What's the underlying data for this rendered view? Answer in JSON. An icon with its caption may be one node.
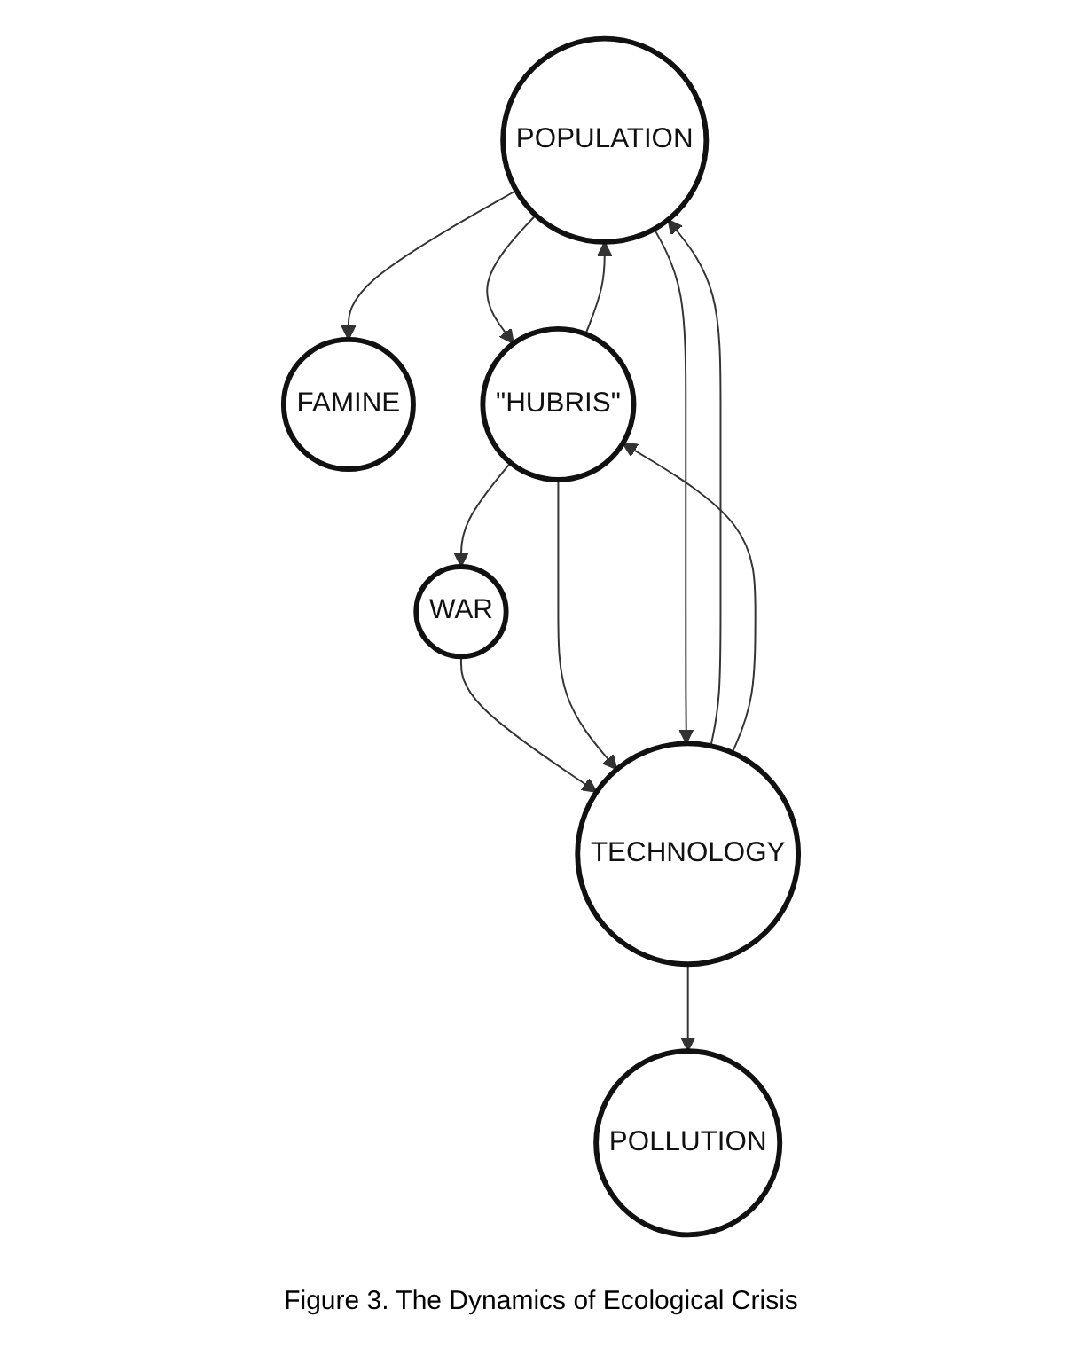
{
  "diagram": {
    "caption": "Figure 3. The Dynamics of Ecological Crisis",
    "nodes": [
      {
        "text": [
          "FAMINE"
        ]
      },
      {
        "text": [
          "POPULATION"
        ]
      },
      {
        "text": [
          "POLLUTION"
        ]
      },
      {
        "text": [
          "TECHNOLOGY"
        ]
      },
      {
        "text": [
          "\"HUBRIS\""
        ]
      },
      {
        "text": [
          "WAR"
        ]
      }
    ],
    "edges": [
      {
        "from": 3,
        "to": 1,
        "arrow": "to"
      },
      {
        "from": 1,
        "to": 0,
        "arrow": "to"
      },
      {
        "from": 1,
        "to": 4,
        "arrow": "to"
      },
      {
        "from": 4,
        "to": 5,
        "arrow": "to"
      },
      {
        "from": 5,
        "to": 3,
        "arrow": "to"
      },
      {
        "from": 4,
        "to": 3,
        "arrow": "to"
      },
      {
        "from": 3,
        "to": 2,
        "arrow": "to"
      },
      {
        "from": 3,
        "to": 4,
        "arrow": "to"
      },
      {
        "from": 4,
        "to": 1,
        "arrow": "to"
      },
      {
        "from": 1,
        "to": 3,
        "arrow": "to"
      }
    ]
  }
}
